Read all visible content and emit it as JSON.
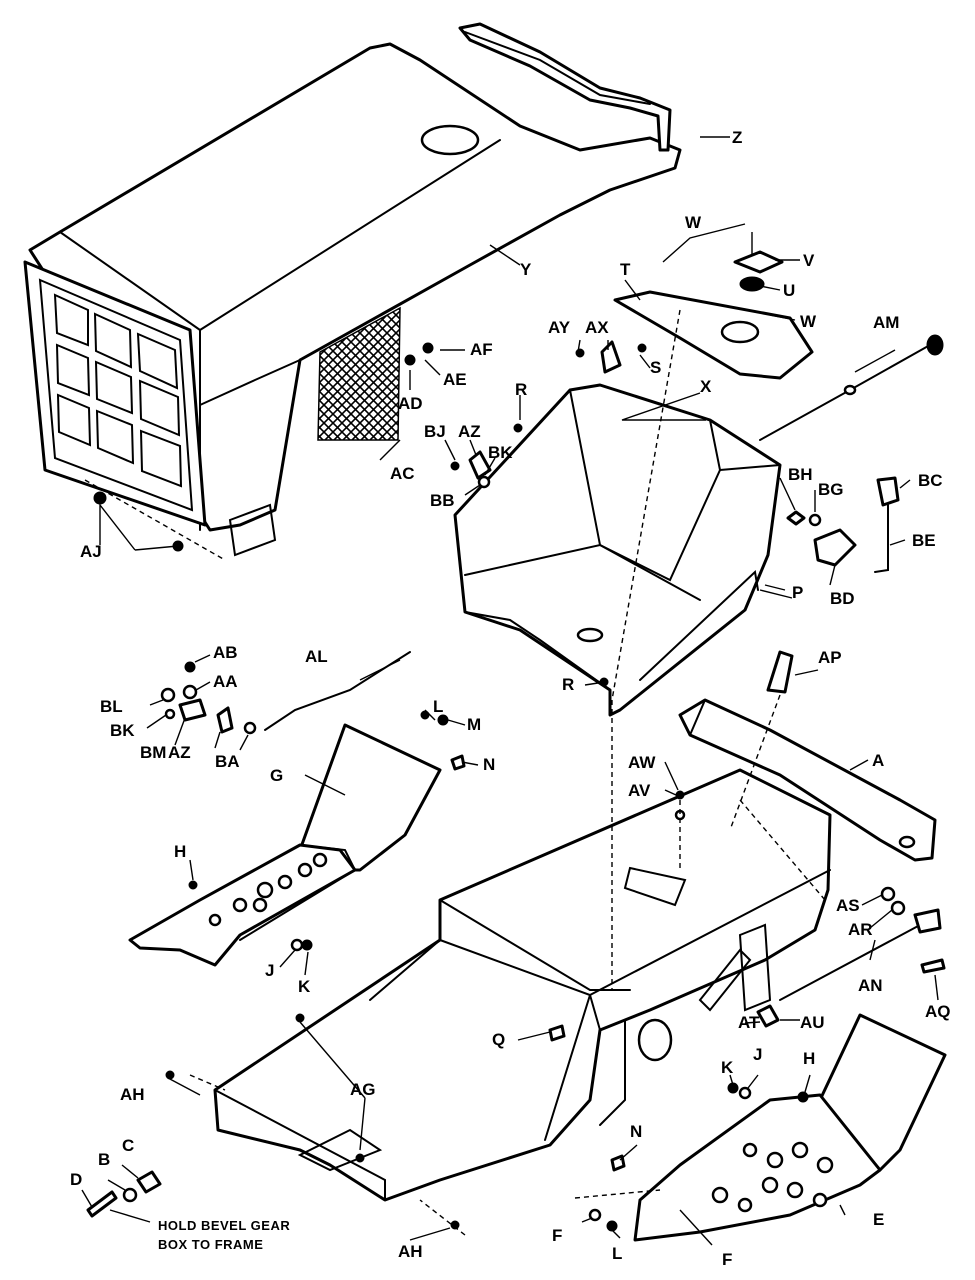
{
  "labels": {
    "A": "A",
    "B": "B",
    "C": "C",
    "D": "D",
    "E": "E",
    "F": "F",
    "G": "G",
    "H": "H",
    "J": "J",
    "K": "K",
    "L": "L",
    "M": "M",
    "N": "N",
    "P": "P",
    "Q": "Q",
    "R": "R",
    "S": "S",
    "T": "T",
    "U": "U",
    "V": "V",
    "W": "W",
    "X": "X",
    "Y": "Y",
    "Z": "Z",
    "AA": "AA",
    "AB": "AB",
    "AC": "AC",
    "AD": "AD",
    "AE": "AE",
    "AF": "AF",
    "AG": "AG",
    "AH": "AH",
    "AJ": "AJ",
    "AL": "AL",
    "AM": "AM",
    "AN": "AN",
    "AP": "AP",
    "AQ": "AQ",
    "AR": "AR",
    "AS": "AS",
    "AT": "AT",
    "AU": "AU",
    "AV": "AV",
    "AW": "AW",
    "AX": "AX",
    "AY": "AY",
    "AZ": "AZ",
    "BA": "BA",
    "BB": "BB",
    "BC": "BC",
    "BD": "BD",
    "BE": "BE",
    "BG": "BG",
    "BH": "BH",
    "BJ": "BJ",
    "BK": "BK",
    "BL": "BL",
    "BM": "BM"
  },
  "note": {
    "line1": "HOLD BEVEL GEAR",
    "line2": "BOX TO FRAME"
  }
}
